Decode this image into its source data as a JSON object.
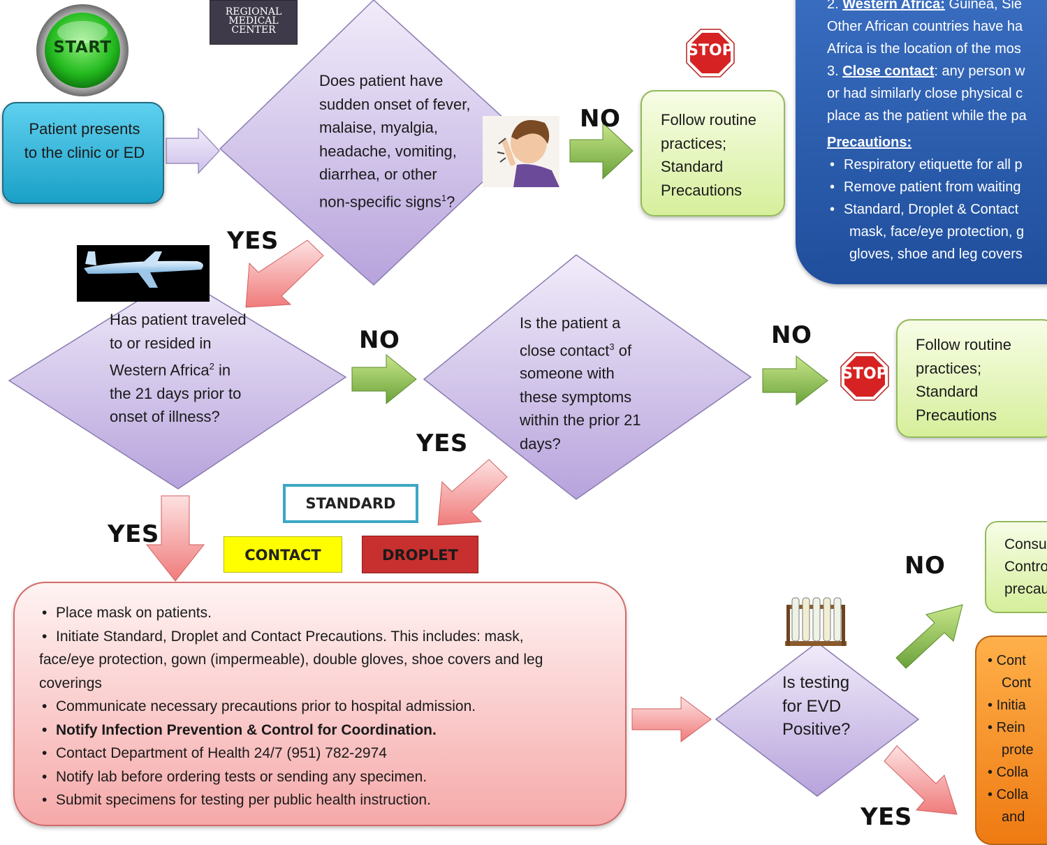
{
  "logo": {
    "line1": "REGIONAL",
    "line2": "MEDICAL",
    "line3": "CENTER"
  },
  "start_button": "START",
  "patient_presents": "Patient presents to the clinic or ED",
  "q1": {
    "text": "Does patient have sudden onset of fever, malaise, myalgia, headache, vomiting, diarrhea, or other non-specific signs",
    "sup": "1",
    "tail": "?"
  },
  "q2": {
    "pre": "Has patient traveled to or resided in Western Africa",
    "sup": "2",
    "post": " in the 21 days prior to onset of illness?"
  },
  "q3": {
    "pre": "Is the patient a close contact",
    "sup": "3",
    "post": " of someone with these symptoms within the prior 21 days?"
  },
  "q4": {
    "text": "Is testing for EVD Positive?"
  },
  "routine1": "Follow routine practices; Standard Precautions",
  "routine2": "Follow routine practices; Standard Precautions",
  "labels": {
    "no1": "NO",
    "yes1": "YES",
    "no2": "NO",
    "no3": "NO",
    "yes2": "YES",
    "yes3": "YES",
    "no4": "NO",
    "yes4": "YES"
  },
  "stop_text": "STOP",
  "precaution_tags": {
    "standard": "STANDARD",
    "contact": "CONTACT",
    "droplet": "DROPLET"
  },
  "info_panel": {
    "line1_num": "2.",
    "line1_bold": "Western Africa:",
    "line1_rest": " Guinea, Sie",
    "line2": "Other African countries have ha",
    "line3": "Africa is the location of the mos",
    "line4_num": "3.",
    "line4_bold": "Close contact",
    "line4_rest": ": any person w",
    "line5": "or had similarly close physical c",
    "line6": "place as the patient while the pa",
    "precautions_heading": "Precautions:",
    "bullets": [
      "Respiratory etiquette for all p",
      "Remove patient from waiting",
      "Standard, Droplet & Contact"
    ],
    "bullet3_cont1": "mask, face/eye protection, g",
    "bullet3_cont2": "gloves, shoe and leg covers"
  },
  "action_box": {
    "items": [
      "Place mask on patients.",
      "Initiate Standard, Droplet and Contact Precautions. This includes: mask,",
      "Communicate necessary precautions prior to hospital admission.",
      "Notify Infection Prevention & Control for Coordination.",
      "Contact Department of Health 24/7 (951) 782-2974",
      "Notify lab before ordering tests or sending any specimen.",
      "Submit specimens for testing per public health instruction."
    ],
    "item2_cont1": "face/eye protection, gown (impermeable), double gloves, shoe covers  and leg",
    "item2_cont2": "coverings"
  },
  "consult_box": {
    "line1": "Consu",
    "line2": "Contro",
    "line3": "precau"
  },
  "orange_box": {
    "lines": [
      "Cont",
      "Cont",
      "Initia",
      "Rein",
      "prote",
      "Colla",
      "Colla",
      "and"
    ]
  }
}
